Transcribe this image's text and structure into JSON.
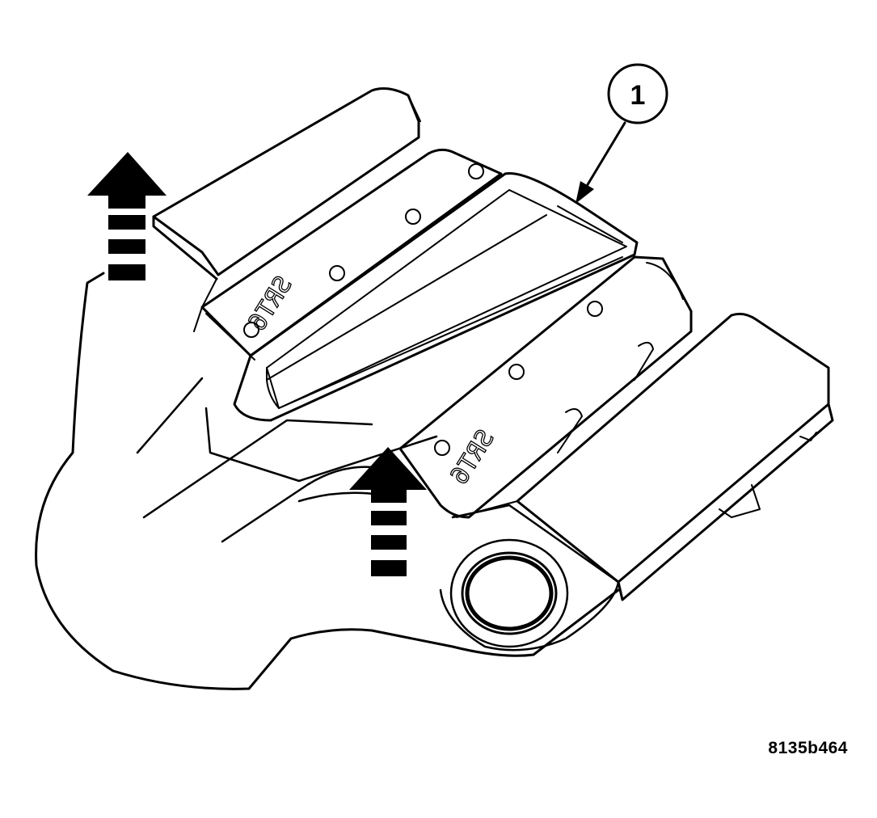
{
  "figure": {
    "callout_number": "1",
    "part_code": "8135b464",
    "emboss_left": "SRT6",
    "emboss_right": "SRT6"
  },
  "colors": {
    "line": "#000000",
    "background": "#ffffff"
  },
  "icons": [
    "lift-arrow-icon"
  ]
}
